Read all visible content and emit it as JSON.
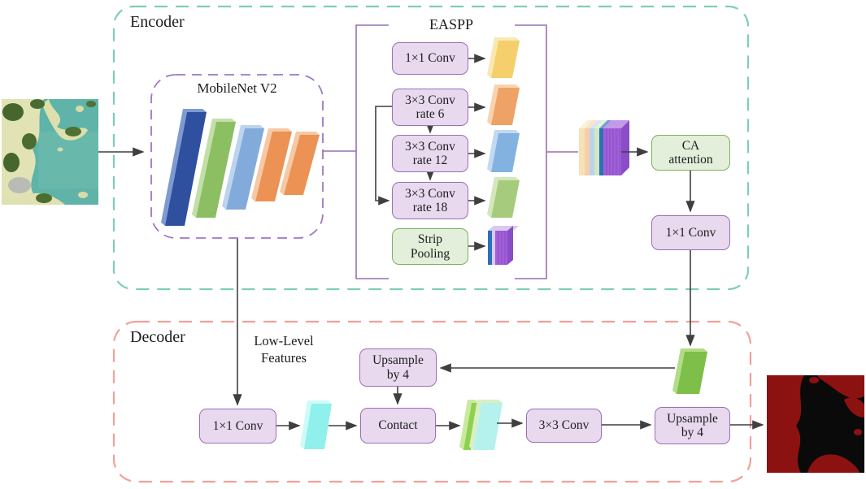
{
  "figure": {
    "type": "encoder-decoder network architecture diagram"
  },
  "colors": {
    "encoder_border": "#7ecdb7",
    "decoder_border": "#f2a09a",
    "purple_accent": "#9b6fb3",
    "node_fill": "#e8d9ef",
    "green_node_fill": "#e3efdb",
    "green_node_border": "#7cb25c",
    "arrow": "#3f3f3f",
    "mask_red": "#8c1111",
    "mask_black": "#0a0a0a"
  },
  "encoder": {
    "label": "Encoder",
    "mobilenet": {
      "label": "MobileNet V2"
    },
    "easpp": {
      "title": "EASPP",
      "conv1x1": "1×1 Conv",
      "rate6": "3×3 Conv\nrate 6",
      "rate12": "3×3 Conv\nrate 12",
      "rate18": "3×3 Conv\nrate 18",
      "strip_pooling": "Strip\nPooling"
    },
    "ca_attention": "CA\nattention",
    "conv1x1_out": "1×1 Conv"
  },
  "decoder": {
    "label": "Decoder",
    "low_level_features": "Low-Level\nFeatures",
    "conv1x1": "1×1 Conv",
    "upsample_mid": "Upsample\nby 4",
    "contact": "Contact",
    "conv3x3": "3×3 Conv",
    "upsample_out": "Upsample\nby 4"
  }
}
